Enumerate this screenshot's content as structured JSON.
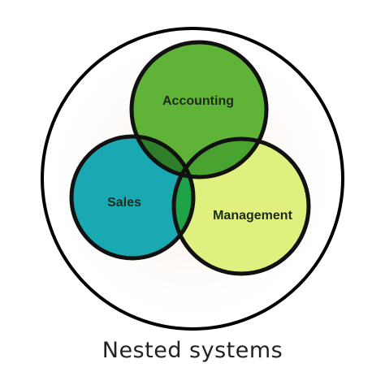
{
  "caption": "Nested systems",
  "sets": {
    "accounting": {
      "label": "Accounting",
      "color": "#5fb336"
    },
    "sales": {
      "label": "Sales",
      "color": "#1aa8b2"
    },
    "management": {
      "label": "Management",
      "color": "#dff07e"
    }
  },
  "overlaps": {
    "accounting_sales": "#2f7f2a",
    "accounting_management": "#4aa230",
    "sales_management": "#1ea348"
  },
  "container_stroke": "#000000",
  "glow": "#f5dfcf"
}
